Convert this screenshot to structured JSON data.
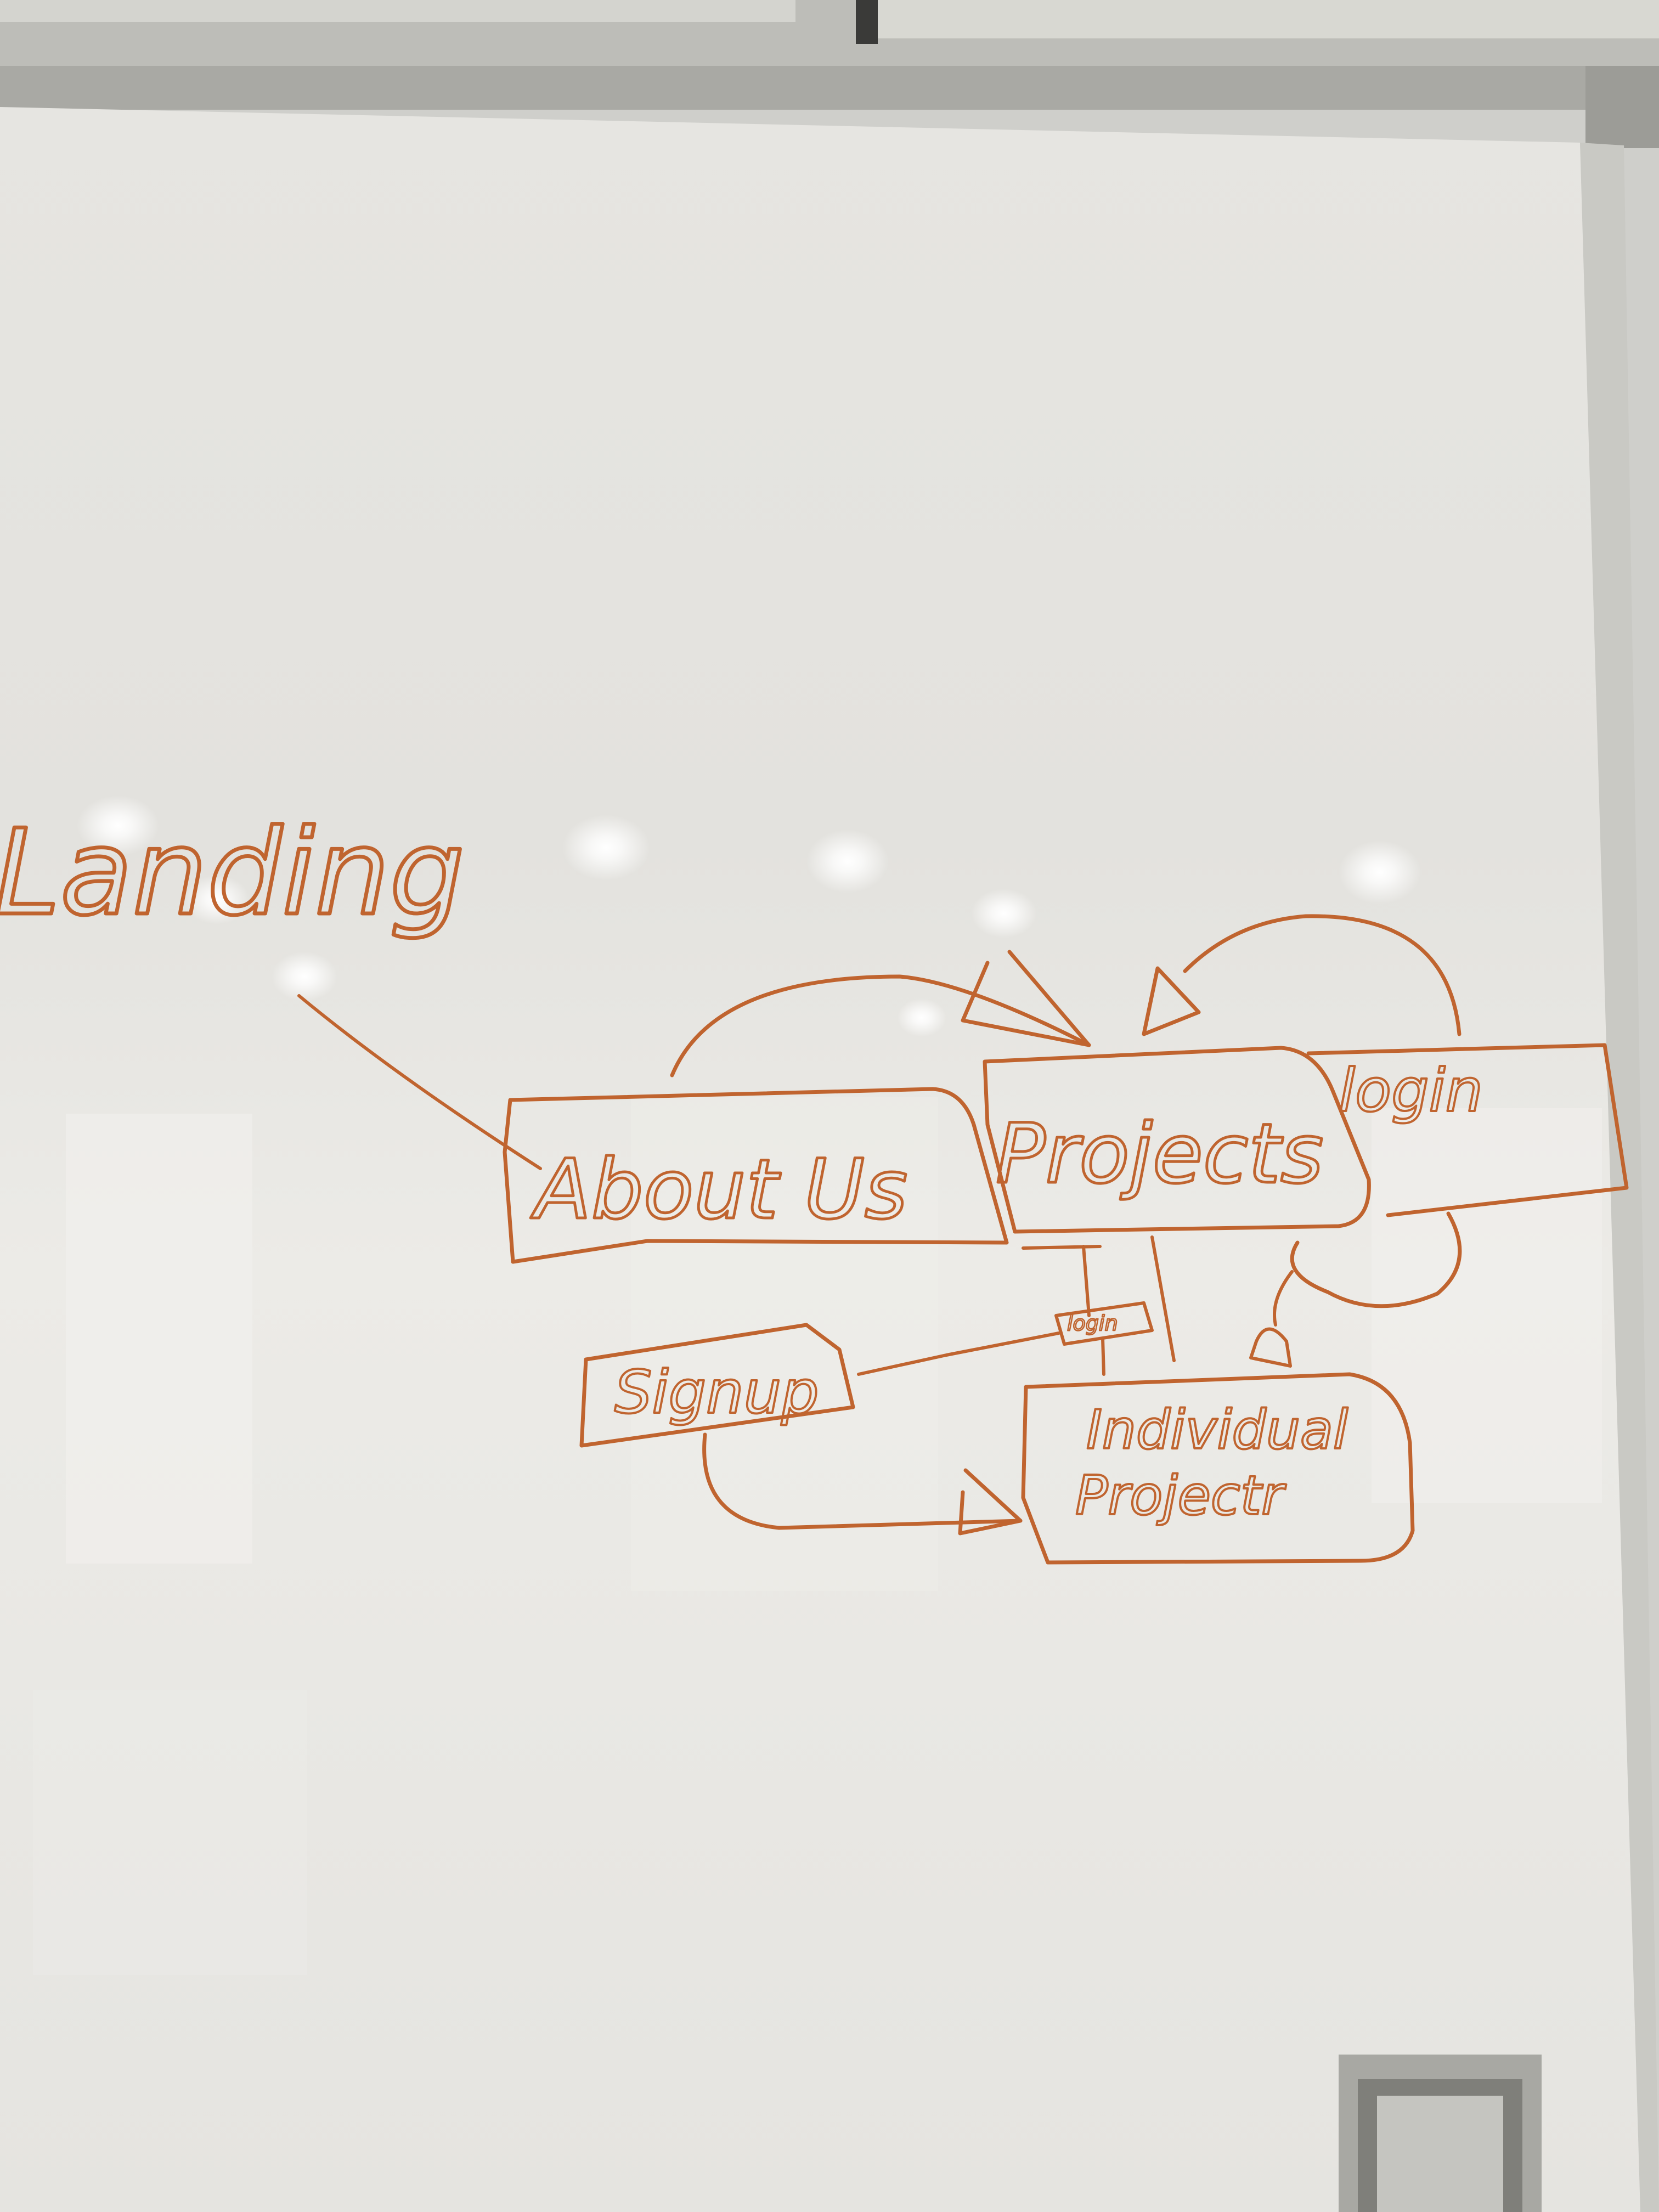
{
  "board": {
    "surface_color": "#e9e8e4",
    "ink_color": "#c0642f",
    "frame_color": "#8f8f8b"
  },
  "diagram": {
    "title": "Landing",
    "nodes": {
      "about_us": "About Us",
      "projects": "Projects",
      "login": "login",
      "signup": "Signup",
      "login_gate": "login",
      "individual_projects": "Individual Projectr"
    },
    "edges": [
      {
        "from": "title",
        "to": "about_us"
      },
      {
        "from": "about_us",
        "to": "projects"
      },
      {
        "from": "login",
        "to": "projects"
      },
      {
        "from": "projects",
        "to": "individual_projects",
        "via": "login_gate"
      },
      {
        "from": "signup",
        "to": "login_gate"
      },
      {
        "from": "signup",
        "to": "individual_projects"
      },
      {
        "from": "login",
        "to": "individual_projects"
      }
    ]
  }
}
